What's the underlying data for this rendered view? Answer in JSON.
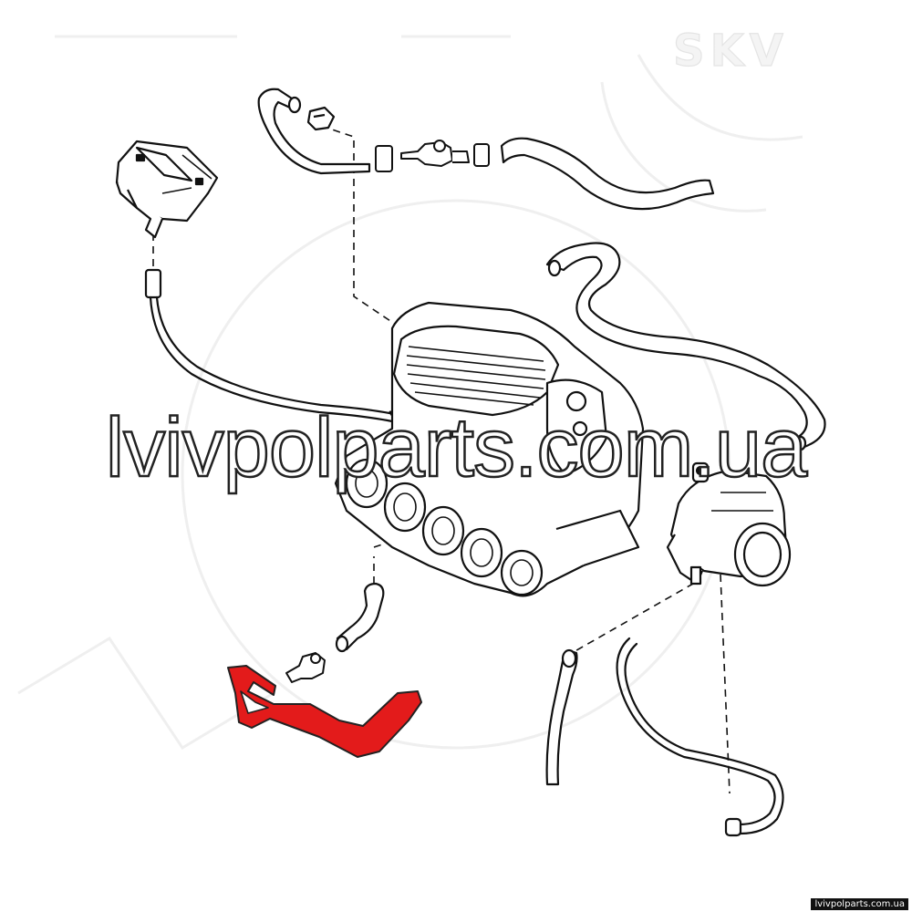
{
  "watermark": {
    "main_text": "lvivpolparts.com.ua",
    "logo_text": "SKV",
    "footer_text": "lvivpolparts.com.ua"
  },
  "highlight_color": "#e31b1b",
  "parts": [
    {
      "name": "map-sensor",
      "highlighted": false
    },
    {
      "name": "upper-left-hose",
      "highlighted": false
    },
    {
      "name": "check-valve-top",
      "highlighted": false
    },
    {
      "name": "upper-right-hose",
      "highlighted": false
    },
    {
      "name": "right-long-hose",
      "highlighted": false
    },
    {
      "name": "vacuum-line-left",
      "highlighted": false
    },
    {
      "name": "intake-manifold",
      "highlighted": false
    },
    {
      "name": "throttle-body",
      "highlighted": false
    },
    {
      "name": "small-elbow-hose",
      "highlighted": false
    },
    {
      "name": "check-valve-bottom",
      "highlighted": false
    },
    {
      "name": "breather-hose-red",
      "highlighted": true
    },
    {
      "name": "bottom-center-hose",
      "highlighted": false
    },
    {
      "name": "bottom-right-line",
      "highlighted": false
    }
  ]
}
